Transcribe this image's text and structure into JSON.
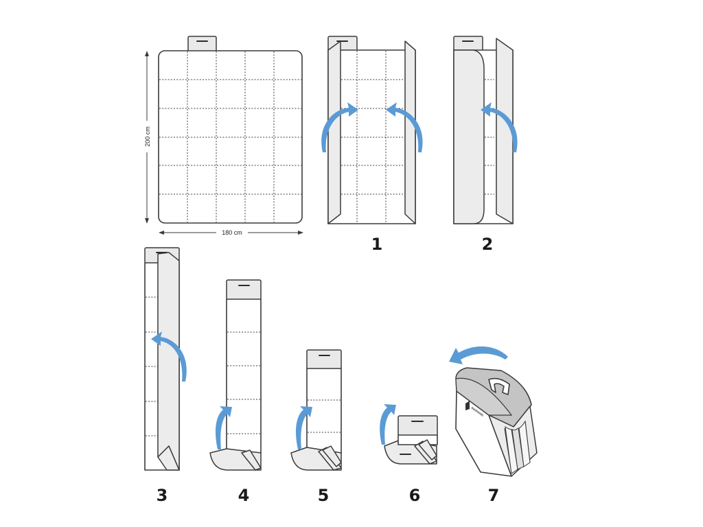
{
  "dimensions": {
    "width_label": "180 cm",
    "height_label": "200 cm"
  },
  "steps": [
    "1",
    "2",
    "3",
    "4",
    "5",
    "6",
    "7"
  ],
  "brand_label": "mctronic",
  "colors": {
    "arrow": "#5b9bd5",
    "outline": "#3a3a3a",
    "fold_fill": "#ececec",
    "bag_fill": "#c4c4c4"
  }
}
